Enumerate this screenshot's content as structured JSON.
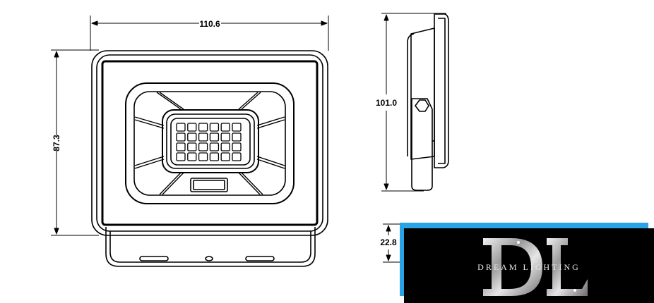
{
  "dimensions": {
    "width": "110.6",
    "height_front": "87.3",
    "height_side": "101.0",
    "depth": "22.8"
  },
  "brand": {
    "name": "DREAM LIGHTING",
    "stripe_color": "#29a3e6",
    "panel_color": "#000000"
  },
  "views": [
    "front-view",
    "side-view",
    "bottom-view"
  ]
}
